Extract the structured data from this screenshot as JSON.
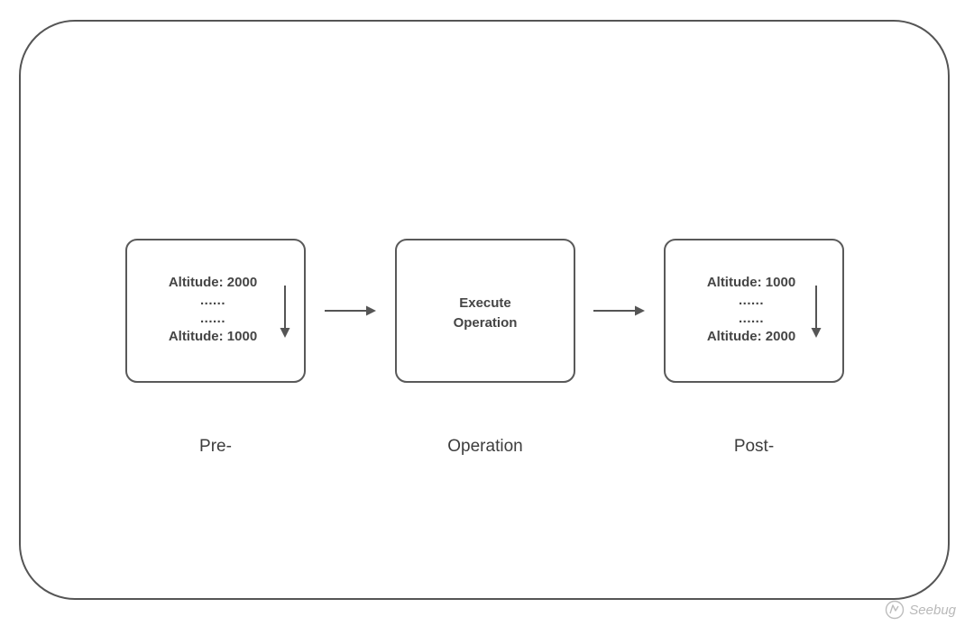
{
  "stages": {
    "pre": {
      "caption": "Pre-",
      "lines": [
        "Altitude: 2000",
        "......",
        "......",
        "Altitude: 1000"
      ]
    },
    "operation": {
      "caption": "Operation",
      "lines": [
        "Execute",
        "Operation"
      ]
    },
    "post": {
      "caption": "Post-",
      "lines": [
        "Altitude: 1000",
        "......",
        "......",
        "Altitude: 2000"
      ]
    }
  },
  "watermark": "Seebug",
  "colors": {
    "stroke": "#555555",
    "text": "#3b3b3b",
    "watermark": "#b9b9b9"
  }
}
